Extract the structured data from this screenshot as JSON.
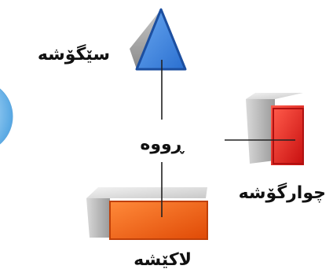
{
  "diagram": {
    "center_label": "ڕووە",
    "shapes": [
      {
        "id": "triangle",
        "label": "سێگۆشە",
        "color": "#2a6fd0"
      },
      {
        "id": "square",
        "label": "چوارگۆشە",
        "color": "#e02020"
      },
      {
        "id": "rectangle",
        "label": "لاکێشە",
        "color": "#f26a10"
      }
    ]
  }
}
